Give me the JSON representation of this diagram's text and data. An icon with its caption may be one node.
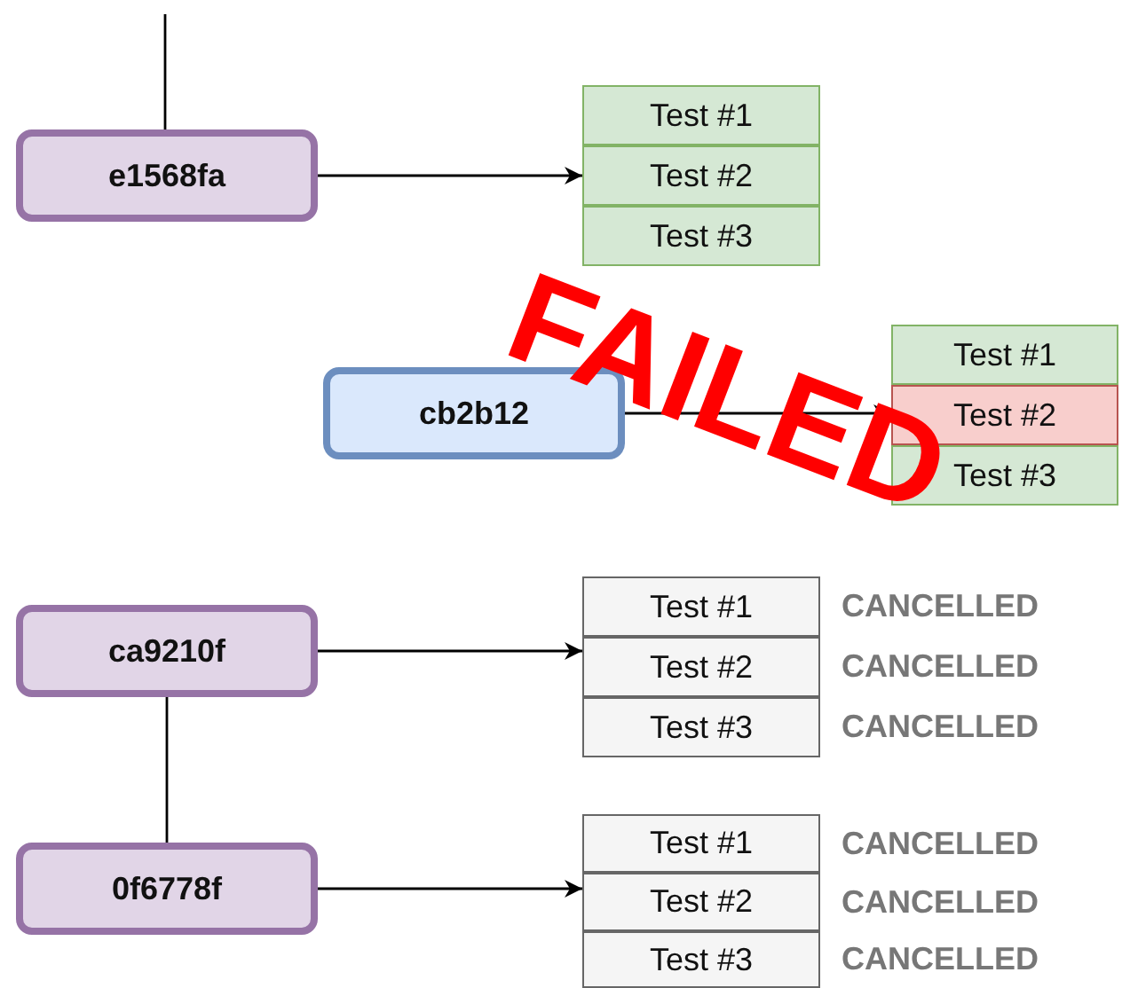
{
  "diagram": {
    "nodes": [
      {
        "text": [
          "e1568fa"
        ]
      },
      {
        "text": [
          "Test #1"
        ]
      },
      {
        "text": [
          "Test #2"
        ]
      },
      {
        "text": [
          "Test #3"
        ]
      },
      {
        "text": [
          "cb2b12"
        ]
      },
      {
        "text": [
          "Test #1"
        ]
      },
      {
        "text": [
          "Test #2"
        ]
      },
      {
        "text": [
          "Test #3"
        ]
      },
      {
        "text": [
          "ca9210f"
        ]
      },
      {
        "text": [
          "Test #1"
        ],
        "beside": [
          "CANCELLED"
        ]
      },
      {
        "text": [
          "Test #2"
        ],
        "beside": [
          "CANCELLED"
        ]
      },
      {
        "text": [
          "Test #3"
        ],
        "beside": [
          "CANCELLED"
        ]
      },
      {
        "text": [
          "0f6778f"
        ]
      },
      {
        "text": [
          "Test #1"
        ],
        "beside": [
          "CANCELLED"
        ]
      },
      {
        "text": [
          "Test #2"
        ],
        "beside": [
          "CANCELLED"
        ]
      },
      {
        "text": [
          "Test #3"
        ],
        "beside": [
          "CANCELLED"
        ]
      }
    ],
    "edges": [
      {
        "from": null,
        "to": 0,
        "arrow": "none"
      },
      {
        "from": 0,
        "to": 2,
        "arrow": "to"
      },
      {
        "from": 4,
        "to": 6,
        "arrow": "to"
      },
      {
        "from": 8,
        "to": 10,
        "arrow": "to"
      },
      {
        "from": 8,
        "to": 12,
        "arrow": "none"
      },
      {
        "from": 12,
        "to": 14,
        "arrow": "to"
      }
    ],
    "labels": [
      "FAILED"
    ]
  }
}
